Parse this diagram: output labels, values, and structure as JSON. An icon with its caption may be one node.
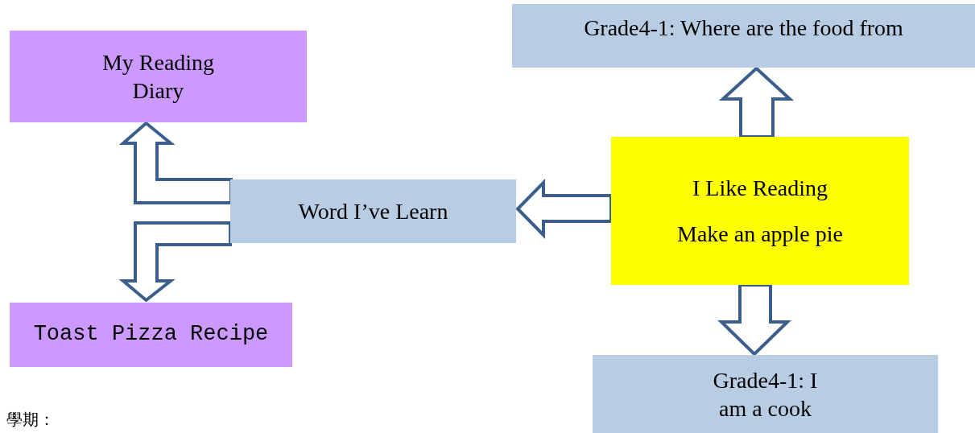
{
  "diagram": {
    "nodes": [
      {
        "text": [
          "My Reading Diary"
        ]
      },
      {
        "text": [
          "Word I’ve Learn"
        ]
      },
      {
        "text": [
          "Toast Pizza Recipe"
        ]
      },
      {
        "text": [
          "Grade4-1: Where are the food from"
        ]
      },
      {
        "text": [
          "I Like Reading",
          "Make an apple pie"
        ]
      },
      {
        "text": [
          "Grade4-1: I am a cook"
        ]
      }
    ],
    "edges": [
      {
        "from": 1,
        "to": 0,
        "arrow": "to"
      },
      {
        "from": 1,
        "to": 2,
        "arrow": "to"
      },
      {
        "from": 4,
        "to": 1,
        "arrow": "to"
      },
      {
        "from": 4,
        "to": 3,
        "arrow": "to"
      },
      {
        "from": 4,
        "to": 5,
        "arrow": "to"
      }
    ],
    "labels": [
      "學期："
    ]
  }
}
